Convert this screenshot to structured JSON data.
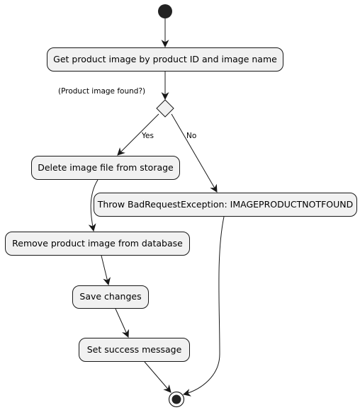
{
  "diagram": {
    "nodes": {
      "get_image": "Get product image by product ID and image name",
      "delete_file": "Delete image file from storage",
      "throw_exception": "Throw BadRequestException: IMAGEPRODUCTNOTFOUND",
      "remove_image": "Remove product image from database",
      "save_changes": "Save changes",
      "set_message": "Set success message"
    },
    "decision": {
      "question": "(Product image found?)",
      "yes_label": "Yes",
      "no_label": "No"
    }
  }
}
